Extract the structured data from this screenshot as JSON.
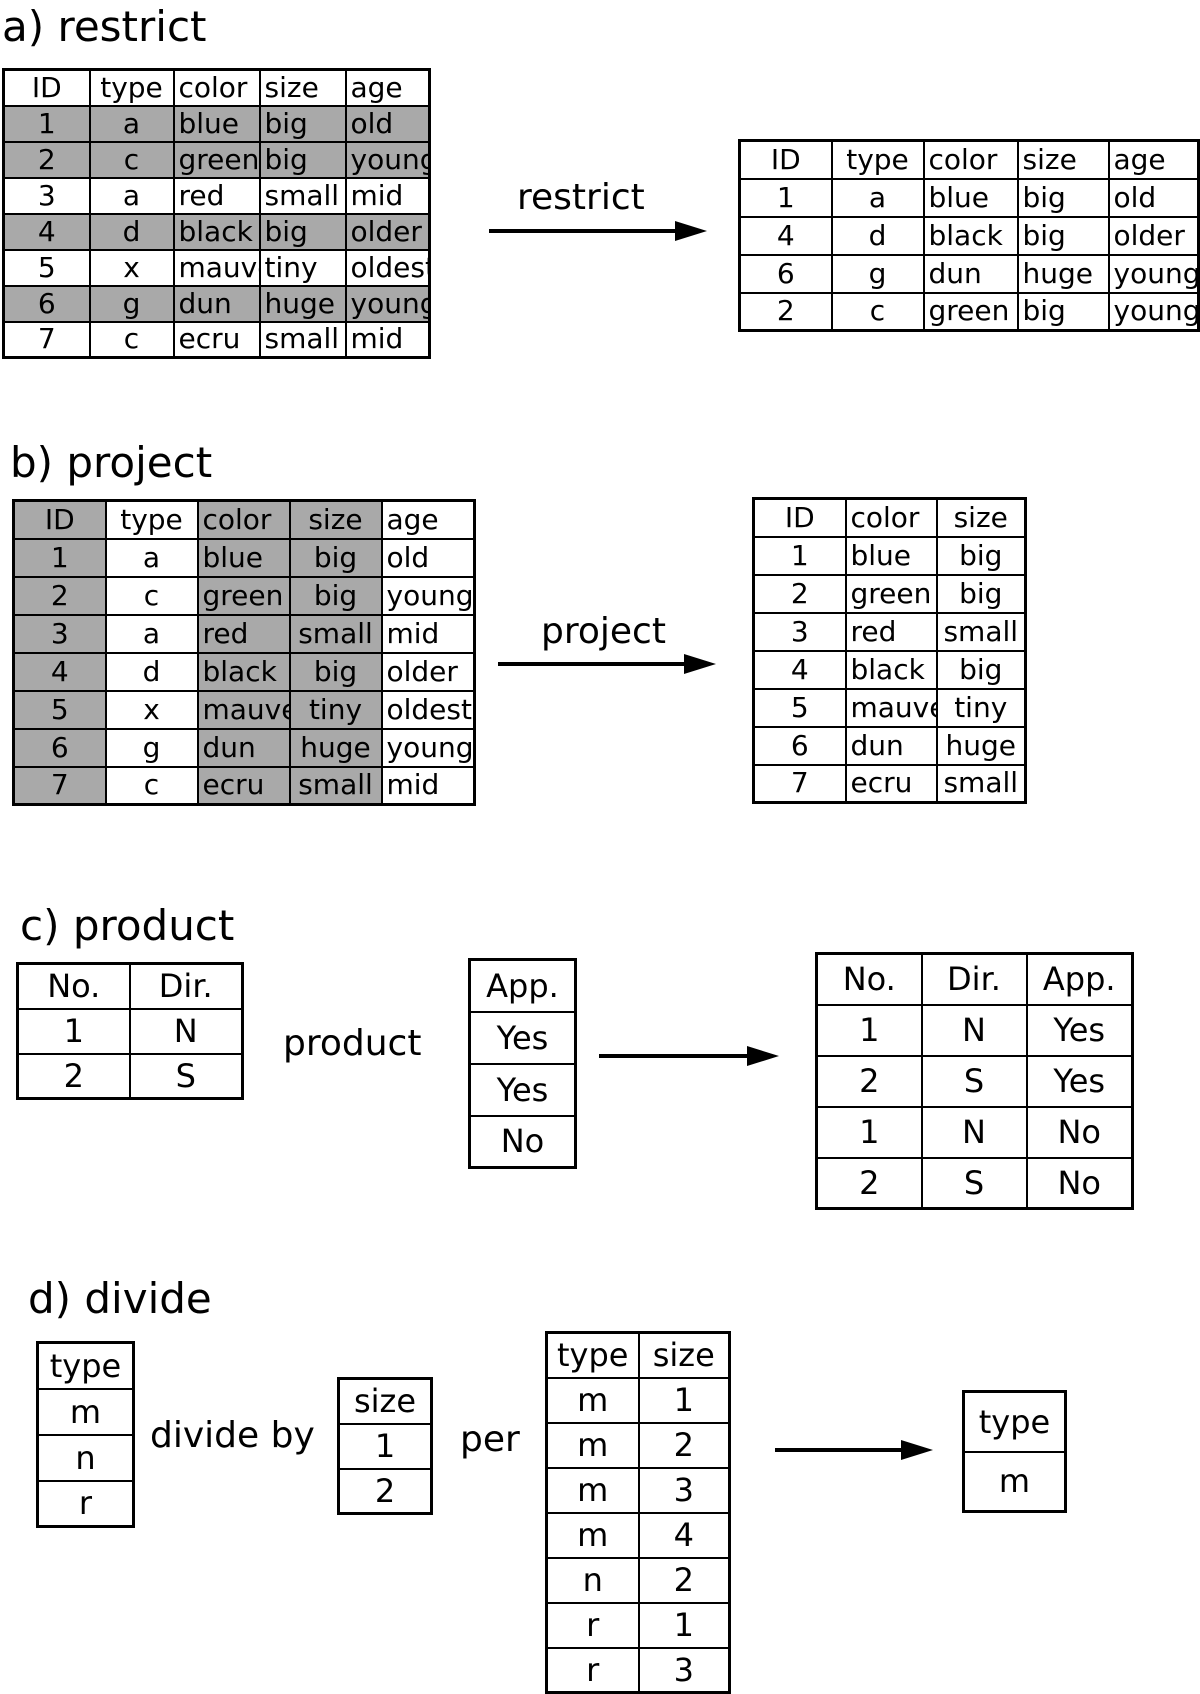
{
  "restrict": {
    "heading": "a) restrict",
    "op_label": "restrict",
    "input": {
      "columns": [
        "ID",
        "type",
        "color",
        "size",
        "age"
      ],
      "rows": [
        [
          "1",
          "a",
          "blue",
          "big",
          "old"
        ],
        [
          "2",
          "c",
          "green",
          "big",
          "young"
        ],
        [
          "3",
          "a",
          "red",
          "small",
          "mid"
        ],
        [
          "4",
          "d",
          "black",
          "big",
          "older"
        ],
        [
          "5",
          "x",
          "mauve",
          "tiny",
          "oldest"
        ],
        [
          "6",
          "g",
          "dun",
          "huge",
          "young"
        ],
        [
          "7",
          "c",
          "ecru",
          "small",
          "mid"
        ]
      ],
      "highlighted_rows": [
        0,
        1,
        3,
        5
      ]
    },
    "output": {
      "columns": [
        "ID",
        "type",
        "color",
        "size",
        "age"
      ],
      "rows": [
        [
          "1",
          "a",
          "blue",
          "big",
          "old"
        ],
        [
          "4",
          "d",
          "black",
          "big",
          "older"
        ],
        [
          "6",
          "g",
          "dun",
          "huge",
          "young"
        ],
        [
          "2",
          "c",
          "green",
          "big",
          "young"
        ]
      ]
    }
  },
  "project": {
    "heading": "b) project",
    "op_label": "project",
    "input": {
      "columns": [
        "ID",
        "type",
        "color",
        "size",
        "age"
      ],
      "rows": [
        [
          "1",
          "a",
          "blue",
          "big",
          "old"
        ],
        [
          "2",
          "c",
          "green",
          "big",
          "young"
        ],
        [
          "3",
          "a",
          "red",
          "small",
          "mid"
        ],
        [
          "4",
          "d",
          "black",
          "big",
          "older"
        ],
        [
          "5",
          "x",
          "mauve",
          "tiny",
          "oldest"
        ],
        [
          "6",
          "g",
          "dun",
          "huge",
          "young"
        ],
        [
          "7",
          "c",
          "ecru",
          "small",
          "mid"
        ]
      ],
      "highlighted_columns": [
        0,
        2,
        3
      ]
    },
    "output": {
      "columns": [
        "ID",
        "color",
        "size"
      ],
      "rows": [
        [
          "1",
          "blue",
          "big"
        ],
        [
          "2",
          "green",
          "big"
        ],
        [
          "3",
          "red",
          "small"
        ],
        [
          "4",
          "black",
          "big"
        ],
        [
          "5",
          "mauve",
          "tiny"
        ],
        [
          "6",
          "dun",
          "huge"
        ],
        [
          "7",
          "ecru",
          "small"
        ]
      ]
    }
  },
  "product": {
    "heading": "c) product",
    "op_label": "product",
    "left": {
      "columns": [
        "No.",
        "Dir."
      ],
      "rows": [
        [
          "1",
          "N"
        ],
        [
          "2",
          "S"
        ]
      ]
    },
    "right": {
      "columns": [
        "App."
      ],
      "rows": [
        [
          "Yes"
        ],
        [
          "Yes"
        ],
        [
          "No"
        ]
      ]
    },
    "output": {
      "columns": [
        "No.",
        "Dir.",
        "App."
      ],
      "rows": [
        [
          "1",
          "N",
          "Yes"
        ],
        [
          "2",
          "S",
          "Yes"
        ],
        [
          "1",
          "N",
          "No"
        ],
        [
          "2",
          "S",
          "No"
        ]
      ]
    }
  },
  "divide": {
    "heading": "d) divide",
    "op_label": "divide by",
    "per_label": "per",
    "dividend": {
      "columns": [
        "type"
      ],
      "rows": [
        [
          "m"
        ],
        [
          "n"
        ],
        [
          "r"
        ]
      ]
    },
    "divisor": {
      "columns": [
        "size"
      ],
      "rows": [
        [
          "1"
        ],
        [
          "2"
        ]
      ]
    },
    "per": {
      "columns": [
        "type",
        "size"
      ],
      "rows": [
        [
          "m",
          "1"
        ],
        [
          "m",
          "2"
        ],
        [
          "m",
          "3"
        ],
        [
          "m",
          "4"
        ],
        [
          "n",
          "2"
        ],
        [
          "r",
          "1"
        ],
        [
          "r",
          "3"
        ]
      ]
    },
    "output": {
      "columns": [
        "type"
      ],
      "rows": [
        [
          "m"
        ]
      ]
    }
  },
  "colors": {
    "highlight": "#a9a9a9",
    "line": "#000000",
    "background": "#ffffff"
  }
}
